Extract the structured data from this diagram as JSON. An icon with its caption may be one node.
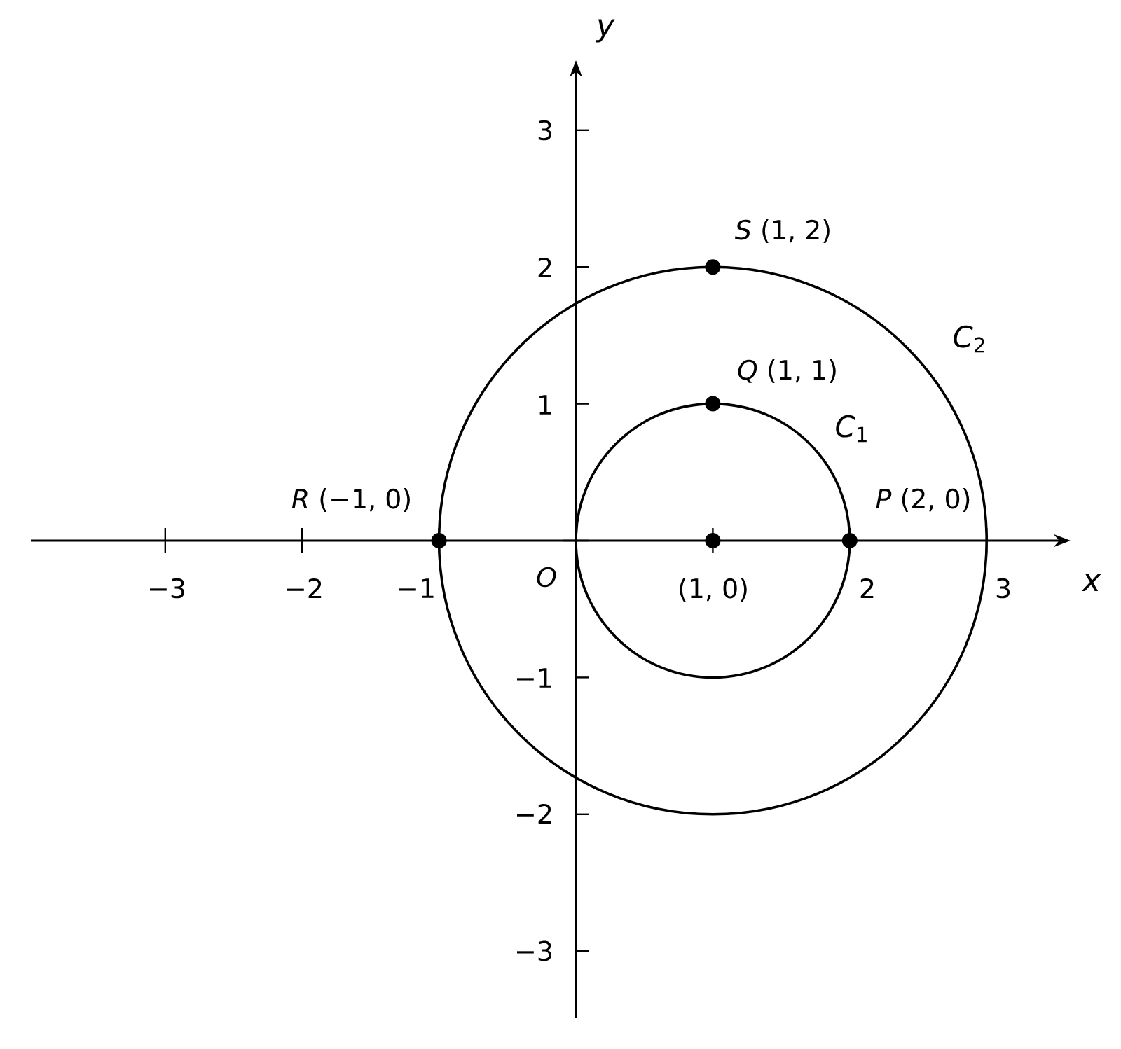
{
  "diagram": {
    "nodes": [
      {
        "text": [],
        "shape": "circle",
        "beside": [
          "*S* (1, 2)"
        ]
      },
      {
        "text": [],
        "shape": "circle",
        "beside": [
          "*Q* (1, 1)"
        ]
      },
      {
        "text": [],
        "shape": "circle",
        "beside": [
          "*R* (−1, 0)"
        ]
      },
      {
        "text": [],
        "shape": "circle",
        "beside": [
          "(1, 0)"
        ]
      },
      {
        "text": [],
        "shape": "circle",
        "beside": [
          "*P* (2, 0)"
        ]
      }
    ],
    "labels": [
      "y",
      "3",
      "2",
      "*C*$_{2}$",
      "1",
      "*C*$_{1}$",
      "−3",
      "−2",
      "−1",
      "O",
      "2",
      "3",
      "x",
      "−1",
      "−2",
      "−3"
    ]
  }
}
